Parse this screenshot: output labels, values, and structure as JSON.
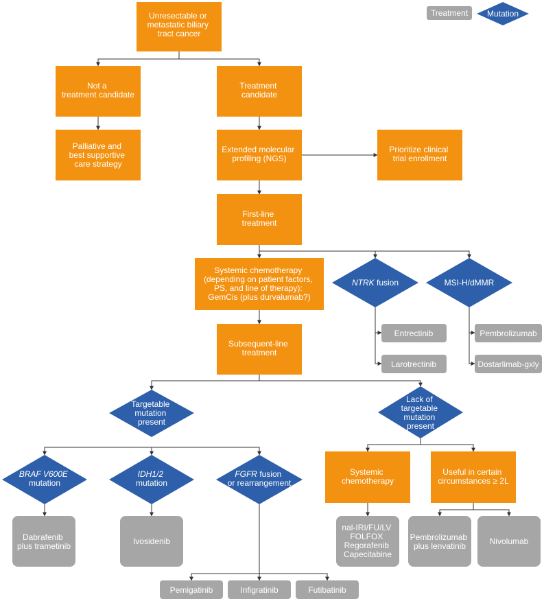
{
  "colors": {
    "orange": "#F39110",
    "blue": "#2D5FAA",
    "gray": "#A6A6A6",
    "line": "#333333",
    "text": "#FFFFFF"
  },
  "legend": {
    "treatment": "Treatment",
    "mutation": "Mutation"
  },
  "nodes": {
    "root": [
      "Unresectable or",
      "metastatic biliary",
      "tract cancer"
    ],
    "not_candidate": [
      "Not a",
      "treatment candidate"
    ],
    "candidate": [
      "Treatment",
      "candidate"
    ],
    "palliative": [
      "Palliative and",
      "best supportive",
      "care strategy"
    ],
    "ngs": [
      "Extended molecular",
      "profiling (NGS)"
    ],
    "trial": [
      "Prioritize clinical",
      "trial enrollment"
    ],
    "first_line": [
      "First-line",
      "treatment"
    ],
    "chemo": [
      "Systemic chemotherapy",
      "(depending on patient factors,",
      "PS, and line of therapy):",
      "GemCis (plus durvalumab?)"
    ],
    "ntrk": {
      "gene": "NTRK",
      "rest": " fusion"
    },
    "msi": "MSI-H/dMMR",
    "entrectinib": "Entrectinib",
    "larotrectinib": "Larotrectinib",
    "pembrolizumab": "Pembrolizumab",
    "dostarlimab": "Dostarlimab-gxly",
    "subsequent": [
      "Subsequent-line",
      "treatment"
    ],
    "targetable": [
      "Targetable",
      "mutation",
      "present"
    ],
    "lack": [
      "Lack of",
      "targetable",
      "mutation",
      "present"
    ],
    "braf": {
      "gene": "BRAF V600E",
      "rest": "mutation"
    },
    "idh": {
      "gene": "IDH1/2",
      "rest": "mutation"
    },
    "fgfr": {
      "gene": "FGFR",
      "rest1": " fusion",
      "rest2": "or rearrangement"
    },
    "sys_chemo": [
      "Systemic",
      "chemotherapy"
    ],
    "useful": [
      "Useful in certain",
      "circumstances ≥ 2L"
    ],
    "dabrafenib": [
      "Dabrafenib",
      "plus trametinib"
    ],
    "ivosidenib": "Ivosidenib",
    "chemo_list": [
      "nal-IRI/FU/LV",
      "FOLFOX",
      "Regorafenib",
      "Capecitabine"
    ],
    "pembro_lenva": [
      "Pembrolizumab",
      "plus lenvatinib"
    ],
    "nivolumab": "Nivolumab",
    "pemigatinib": "Pemigatinib",
    "infigratinib": "Infigratinib",
    "futibatinib": "Futibatinib"
  }
}
